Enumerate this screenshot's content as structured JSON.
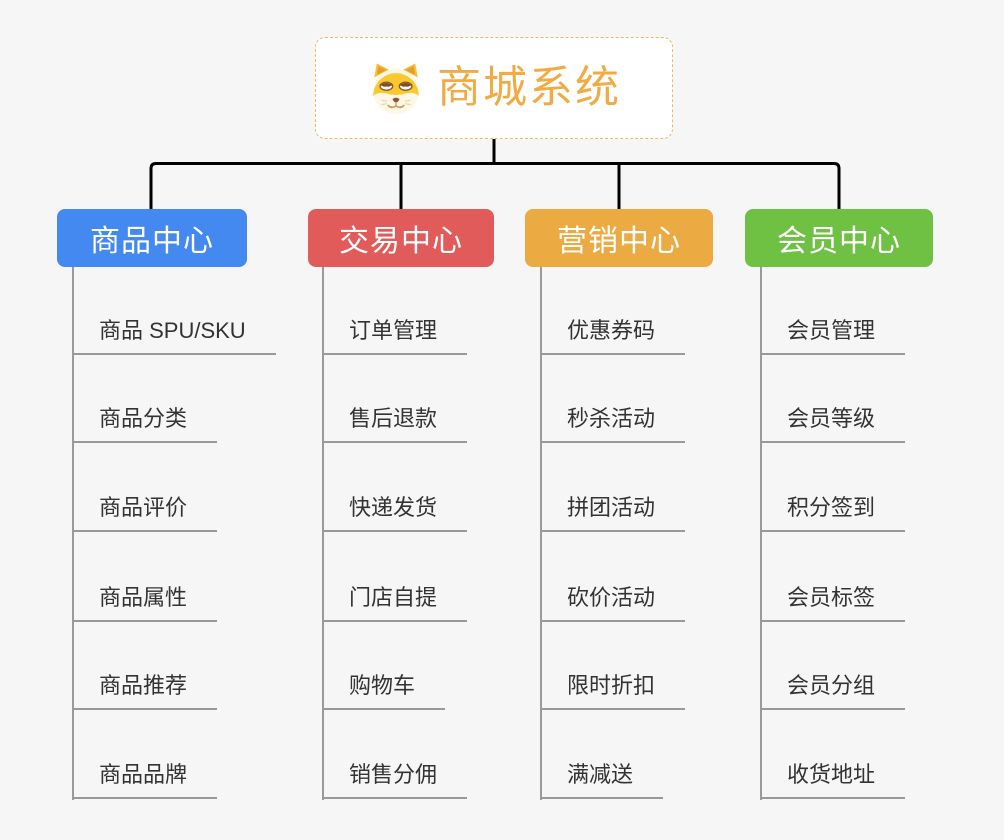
{
  "root": {
    "title": "商城系统",
    "icon": "shiba-dog-icon"
  },
  "branches": [
    {
      "label": "商品中心",
      "color": "#4389f0",
      "items": [
        "商品 SPU/SKU",
        "商品分类",
        "商品评价",
        "商品属性",
        "商品推荐",
        "商品品牌"
      ]
    },
    {
      "label": "交易中心",
      "color": "#e25b5b",
      "items": [
        "订单管理",
        "售后退款",
        "快递发货",
        "门店自提",
        "购物车",
        "销售分佣"
      ]
    },
    {
      "label": "营销中心",
      "color": "#ebaa42",
      "items": [
        "优惠券码",
        "秒杀活动",
        "拼团活动",
        "砍价活动",
        "限时折扣",
        "满减送"
      ]
    },
    {
      "label": "会员中心",
      "color": "#6ec142",
      "items": [
        "会员管理",
        "会员等级",
        "积分签到",
        "会员标签",
        "会员分组",
        "收货地址"
      ]
    }
  ],
  "colors": {
    "background": "#f5f6f5",
    "connector": "#8c8c8c",
    "spine": "#9a9a9a",
    "underline": "#999999",
    "item_text": "#333333",
    "node_text": "#ffffff",
    "root_border": "#f2b766",
    "root_title": "#f0ab44"
  }
}
